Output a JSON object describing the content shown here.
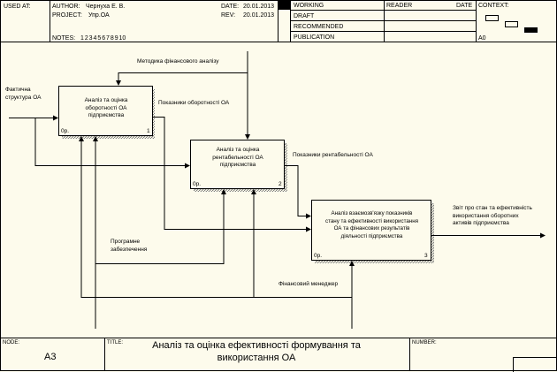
{
  "header": {
    "used_at_label": "USED AT:",
    "author_label": "AUTHOR:",
    "author": "Чернуха Е. В.",
    "project_label": "PROJECT:",
    "project": "Упр.ОА",
    "date_label": "DATE:",
    "date": "20.01.2013",
    "rev_label": "REV:",
    "rev": "20.01.2013",
    "notes_label": "NOTES:",
    "notes": "1  2  3  4  5  6  7  8  9  10",
    "status": [
      "WORKING",
      "DRAFT",
      "RECOMMENDED",
      "PUBLICATION"
    ],
    "status_selected": "WORKING",
    "reader_label": "READER",
    "reader_date_label": "DATE",
    "context_label": "CONTEXT:",
    "context_node": "A0"
  },
  "boxes": [
    {
      "id": "1",
      "text": "Аналіз та оцінка оборотності ОА підприємства",
      "lines": [
        "Аналіз та оцінка",
        "оборотності ОА",
        "підприємства"
      ],
      "cost": "0р.",
      "number": "1"
    },
    {
      "id": "2",
      "text": "Аналіз та оцінка рентабельності ОА підприємства",
      "lines": [
        "Аналіз та оцінка",
        "рентабельності ОА",
        "підприємства"
      ],
      "cost": "0р.",
      "number": "2"
    },
    {
      "id": "3",
      "text": "Аналіз взаємозв'язку показників стану та ефективності використання ОА та фінансових результатів діяльності підприємства",
      "lines": [
        "Аналіз взаємозв'язку показників",
        "стану та ефективності використання",
        "ОА та фінансових результатів",
        "діяльності підприємства"
      ],
      "cost": "0р.",
      "number": "3"
    }
  ],
  "arrows": {
    "input_actual_structure": [
      "Фактична",
      "структура ОА"
    ],
    "control_methodology": "Методика фінансового аналізу",
    "output_turnover_indicators": "Показники оборотності ОА",
    "output_profitability_indicators": "Показники рентабельності ОА",
    "output_report": [
      "Звіт про стан та ефективність",
      "використання оборотних",
      "активів підприємства"
    ],
    "mechanism_software": [
      "Програмне",
      "забезпечення"
    ],
    "mechanism_manager": "Фінансовий менеджер"
  },
  "footer": {
    "node_label": "NODE:",
    "node": "A3",
    "title_label": "TITLE:",
    "title_lines": [
      "Аналіз та оцінка  ефективності формування  та",
      "використання ОА"
    ],
    "number_label": "NUMBER:"
  }
}
